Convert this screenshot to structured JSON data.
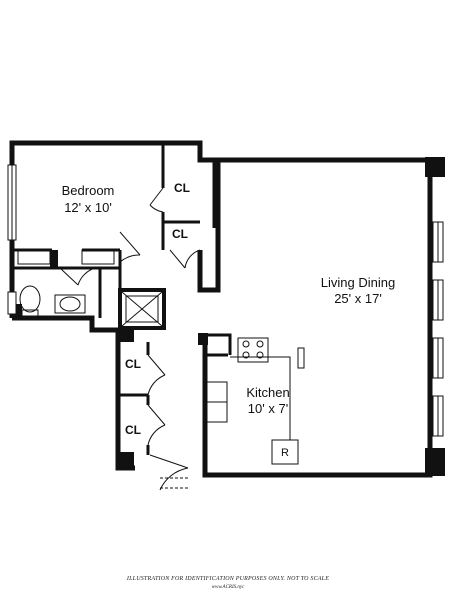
{
  "rooms": {
    "bedroom": {
      "name": "Bedroom",
      "size": "12' x 10'"
    },
    "living": {
      "name": "Living Dining",
      "size": "25' x 17'"
    },
    "kitchen": {
      "name": "Kitchen",
      "size": "10' x 7'"
    }
  },
  "closets": {
    "cl1": "CL",
    "cl2": "CL",
    "cl3": "CL",
    "cl4": "CL"
  },
  "appliances": {
    "refrigerator": "R"
  },
  "disclaimer": {
    "line1": "ILLUSTRATION FOR IDENTIFICATION PURPOSES ONLY. NOT TO SCALE",
    "line2": "www.ACRIS.nyc"
  }
}
